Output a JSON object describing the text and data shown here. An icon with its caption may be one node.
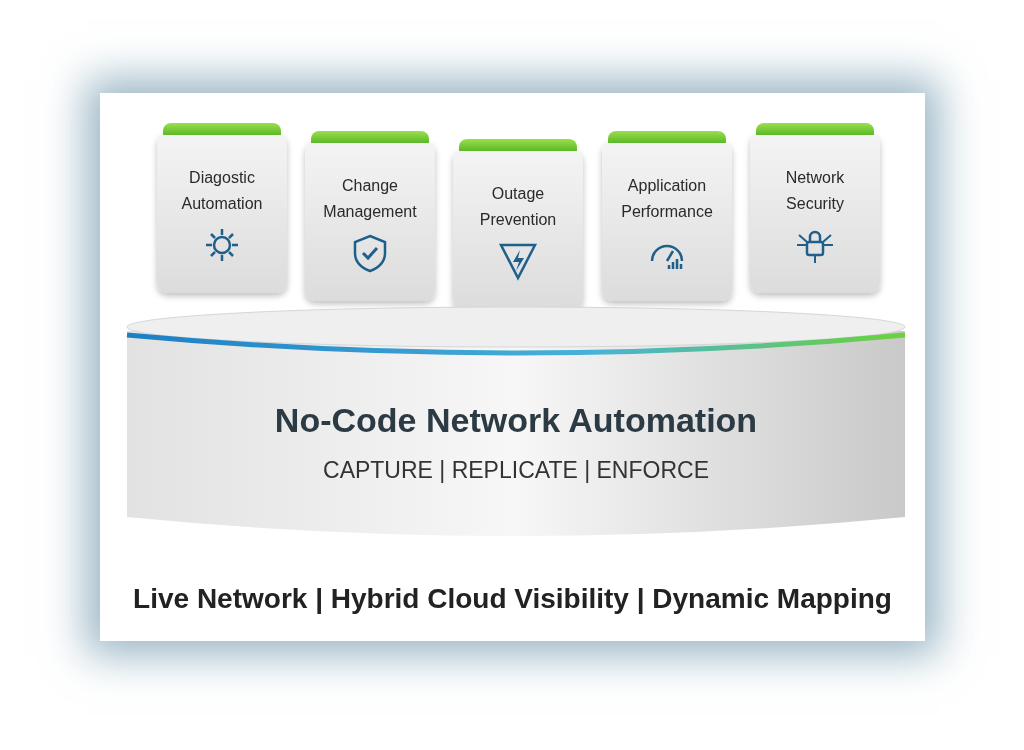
{
  "diagram": {
    "nodes": [
      {
        "text": [
          "Diagostic Automation"
        ]
      },
      {
        "text": [
          "Change Management"
        ]
      },
      {
        "text": [
          "Outage Prevention"
        ]
      },
      {
        "text": [
          "Application Performance"
        ]
      },
      {
        "text": [
          "Network Security"
        ]
      },
      {
        "text": [
          "No-Code Network Automation",
          "CAPTURE | REPLICATE | ENFORCE"
        ]
      }
    ],
    "edges": [],
    "labels": [
      "Live Network | Hybrid Cloud Visibility | Dynamic Mapping"
    ]
  }
}
